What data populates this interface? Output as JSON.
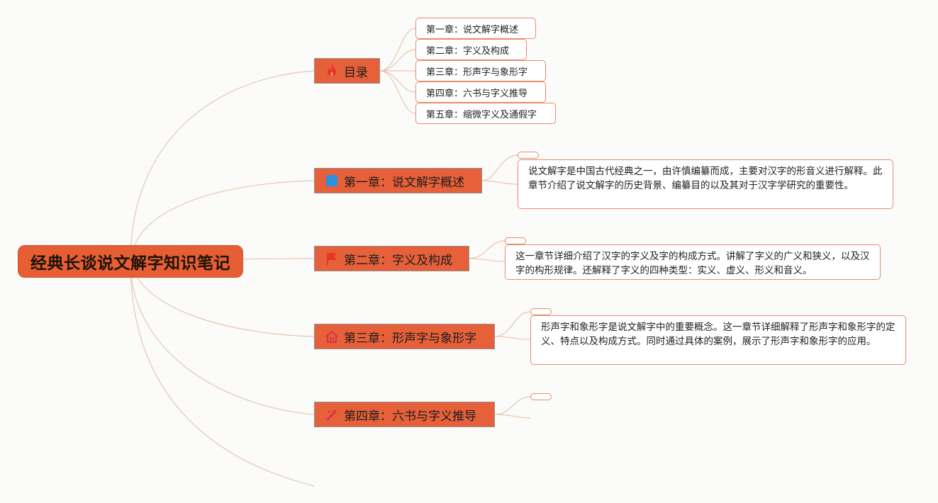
{
  "root": {
    "title": "经典长谈说文解字知识笔记"
  },
  "branches": [
    {
      "label": "目录",
      "icon": "fire-icon",
      "icon_color": "#e8352a"
    },
    {
      "label": "第一章：说文解字概述",
      "icon": "blue-square-icon",
      "icon_color": "#2f8fdf"
    },
    {
      "label": "第二章：字义及构成",
      "icon": "flag-icon",
      "icon_color": "#e8352a"
    },
    {
      "label": "第三章：形声字与象形字",
      "icon": "house-icon",
      "icon_color": "#d9304e"
    },
    {
      "label": "第四章：六书与字义推导",
      "icon": "magic-wand-icon",
      "icon_color": "#d9304e"
    }
  ],
  "toc": [
    "第一章：说文解字概述",
    "第二章：字义及构成",
    "第三章：形声字与象形字",
    "第四章：六书与字义推导",
    "第五章：缩微字义及通假字"
  ],
  "descriptions": {
    "ch1": "说文解字是中国古代经典之一，由许慎编纂而成，主要对汉字的形音义进行解释。此章节介绍了说文解字的历史背景、编纂目的以及其对于汉字学研究的重要性。",
    "ch2": "这一章节详细介绍了汉字的字义及字的构成方式。讲解了字义的广义和狭义，以及汉字的构形规律。还解释了字义的四种类型：实义、虚义、形义和音义。",
    "ch3": "形声字和象形字是说文解字中的重要概念。这一章节详细解释了形声字和象形字的定义、特点以及构成方式。同时通过具体的案例，展示了形声字和象形字的应用。"
  },
  "colors": {
    "node_fill": "#e6603a",
    "node_border": "#8f8f8f",
    "link": "#e7c6b2",
    "leaf_border": "#e98a6a",
    "background": "#fbfbfa"
  }
}
